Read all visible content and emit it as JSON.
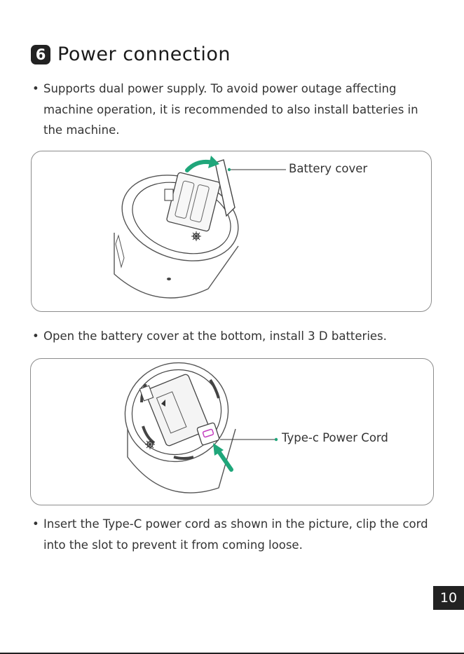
{
  "section": {
    "number": "6",
    "title": "Power connection"
  },
  "paragraphs": [
    "Supports dual power supply. To avoid power outage affecting machine operation, it is recommended to also install batteries in the machine.",
    "Open the battery cover at the bottom, install 3 D batteries.",
    "Insert the Type-C power cord as shown in the picture, clip the cord into the slot to prevent it from coming loose."
  ],
  "bullet": "•",
  "figures": {
    "battery": {
      "callout": "Battery cover"
    },
    "power": {
      "callout": "Type-c Power Cord"
    }
  },
  "page_number": "10",
  "colors": {
    "accent": "#1fa67a",
    "highlight": "#c43fbf",
    "ink": "#222222",
    "line": "#555555"
  }
}
